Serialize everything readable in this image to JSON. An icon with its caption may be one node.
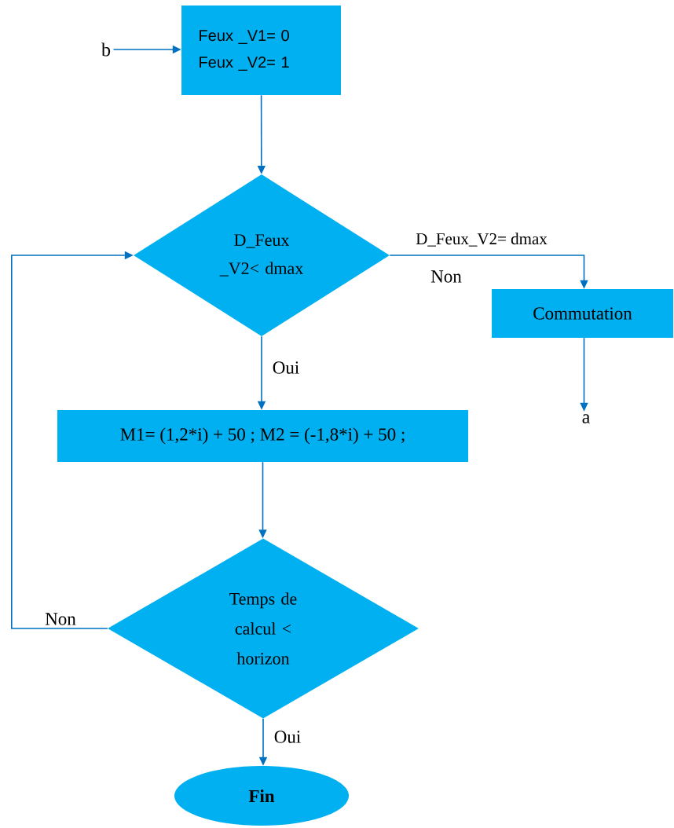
{
  "diagram": {
    "nodes": [
      {
        "text": [
          "b"
        ]
      },
      {
        "text": [
          "Feux _V1= 0",
          "Feux _V2= 1"
        ]
      },
      {
        "text": [
          "D_Feux _V2< dmax"
        ]
      },
      {
        "text": [
          "Commutation"
        ]
      },
      {
        "text": [
          "a"
        ]
      },
      {
        "text": [
          "M1= (1,2*i) + 50 ; M2 = (-1,8*i) + 50 ;"
        ]
      },
      {
        "text": [
          "Temps de calcul < horizon"
        ]
      },
      {
        "text": [
          "Fin"
        ]
      }
    ],
    "edges": [
      {
        "from": 0,
        "to": 1,
        "arrow": "to"
      },
      {
        "from": 1,
        "to": 2,
        "arrow": "to"
      },
      {
        "from": 2,
        "to": 3,
        "arrow": "to",
        "label": "Non"
      },
      {
        "from": 3,
        "to": 4,
        "arrow": "to"
      },
      {
        "from": 2,
        "to": 5,
        "arrow": "to",
        "label": "Oui"
      },
      {
        "from": 5,
        "to": 6,
        "arrow": "to"
      },
      {
        "from": 6,
        "to": 2,
        "arrow": "to",
        "label": "Non"
      },
      {
        "from": 6,
        "to": 7,
        "arrow": "to",
        "label": "Oui"
      }
    ],
    "labels": [
      "D_Feux_V2= dmax"
    ]
  }
}
